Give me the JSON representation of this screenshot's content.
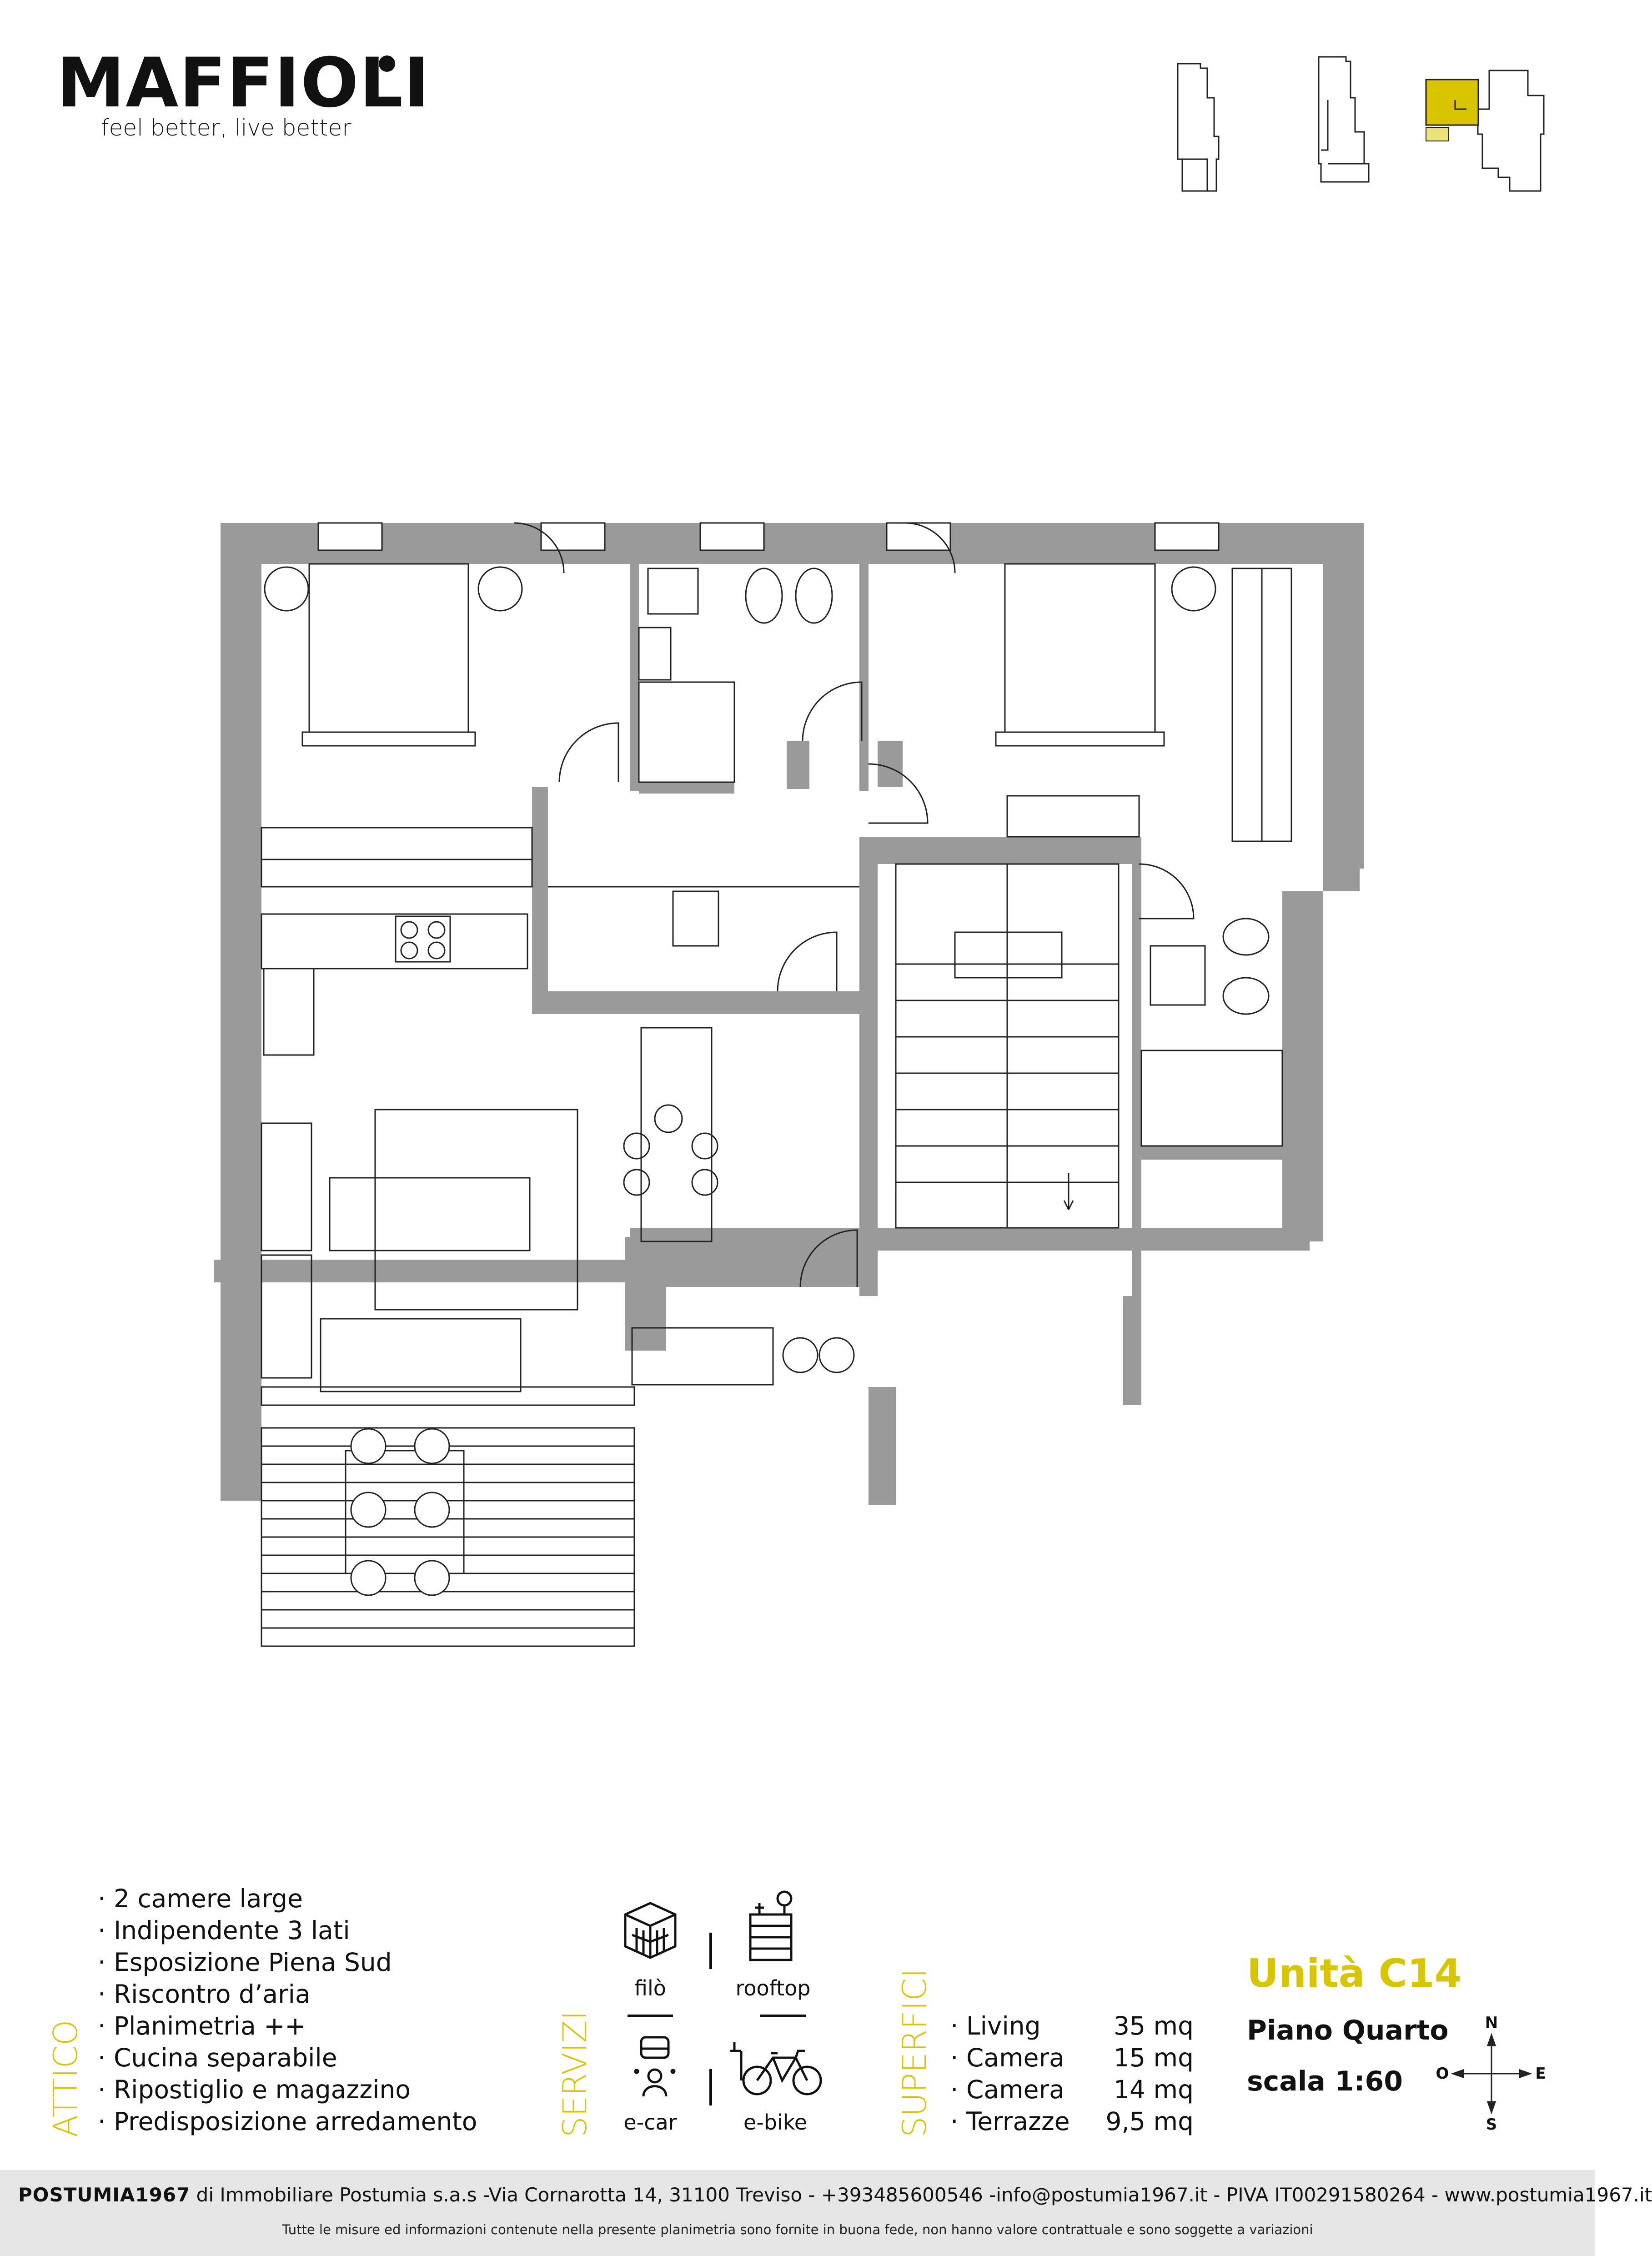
{
  "brand": {
    "name": "MAFFIOLI",
    "tagline": "feel better, live better"
  },
  "colors": {
    "accent": "#d8c500",
    "wall": "#9a9a9a",
    "line": "#222222",
    "footer_bg": "#e6e6e6"
  },
  "features": [
    "2 camere large",
    "Indipendente 3 lati",
    "Esposizione Piena Sud",
    "Riscontro d’aria",
    "Planimetria ++",
    "Cucina separabile",
    "Ripostiglio e magazzino",
    "Predisposizione arredamento"
  ],
  "section_labels": {
    "attico": "ATTICO",
    "servizi": "SERVIZI",
    "superfici": "SUPERFICI"
  },
  "services": [
    {
      "label": "filò",
      "icon": "grid-cube-icon"
    },
    {
      "label": "rooftop",
      "icon": "rooftop-icon"
    },
    {
      "label": "e-car",
      "icon": "e-car-icon"
    },
    {
      "label": "e-bike",
      "icon": "e-bike-icon"
    }
  ],
  "surfaces": [
    {
      "name": "Living",
      "value": "35 mq"
    },
    {
      "name": "Camera",
      "value": "15 mq"
    },
    {
      "name": "Camera",
      "value": "14 mq"
    },
    {
      "name": "Terrazze",
      "value": "9,5 mq"
    }
  ],
  "unit": {
    "title": "Unità C14",
    "floor": "Piano Quarto",
    "scale": "scala 1:60"
  },
  "compass": {
    "n": "N",
    "s": "S",
    "e": "E",
    "o": "O"
  },
  "footer": {
    "company": "POSTUMIA1967",
    "details": "di Immobiliare Postumia s.a.s -Via Cornarotta 14, 31100 Treviso - +393485600546 -info@postumia1967.it - PIVA IT00291580264 - www.postumia1967.it",
    "disclaimer": "Tutte le misure ed informazioni contenute nella presente planimetria sono fornite in buona fede, non hanno valore contrattuale e sono soggette a variazioni"
  }
}
